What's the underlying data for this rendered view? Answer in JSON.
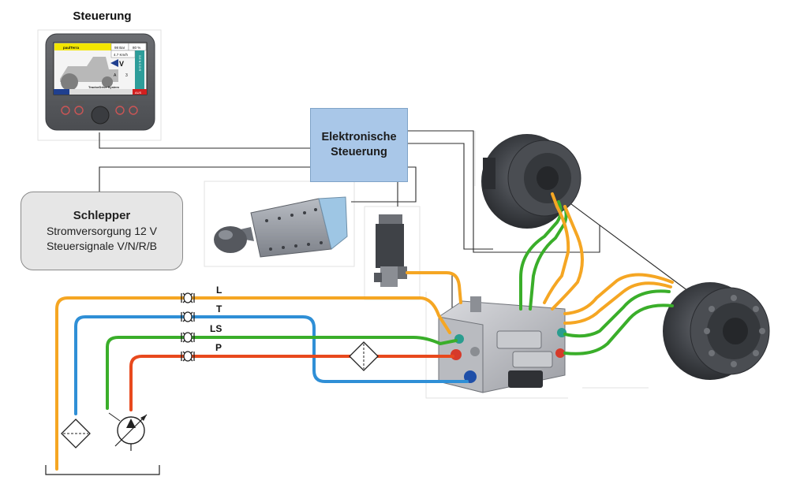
{
  "title": "Steuerung",
  "display": {
    "brand": "paulTerra",
    "pressure": "98 Bar",
    "percent": "80 %",
    "speed": "4.7 Km/h",
    "gear": "V",
    "mode": "A",
    "mode_value": "3",
    "vertical_label": "S E N S O R",
    "footer_brand": "TractorDrive System",
    "button_off": "AUS"
  },
  "controller": {
    "line1": "Elektronische",
    "line2": "Steuerung"
  },
  "schlepper": {
    "title": "Schlepper",
    "line1": "Stromversorgung 12 V",
    "line2": "Steuersignale V/N/R/B"
  },
  "hydraulic_lines": [
    {
      "label": "L",
      "color": "#f5a623"
    },
    {
      "label": "T",
      "color": "#2f8fd6"
    },
    {
      "label": "LS",
      "color": "#3aae2a"
    },
    {
      "label": "P",
      "color": "#e8491d"
    }
  ],
  "colors": {
    "l_line": "#f5a623",
    "t_line": "#2f8fd6",
    "ls_line": "#3aae2a",
    "p_line": "#e8491d",
    "controller_box": "#a9c7e8",
    "schlepper_box": "#e6e6e6"
  },
  "icons": [
    "filter-symbol",
    "pump-symbol",
    "coupling-symbol",
    "valve-block",
    "hydraulic-motor",
    "joystick",
    "pressure-sensor"
  ]
}
